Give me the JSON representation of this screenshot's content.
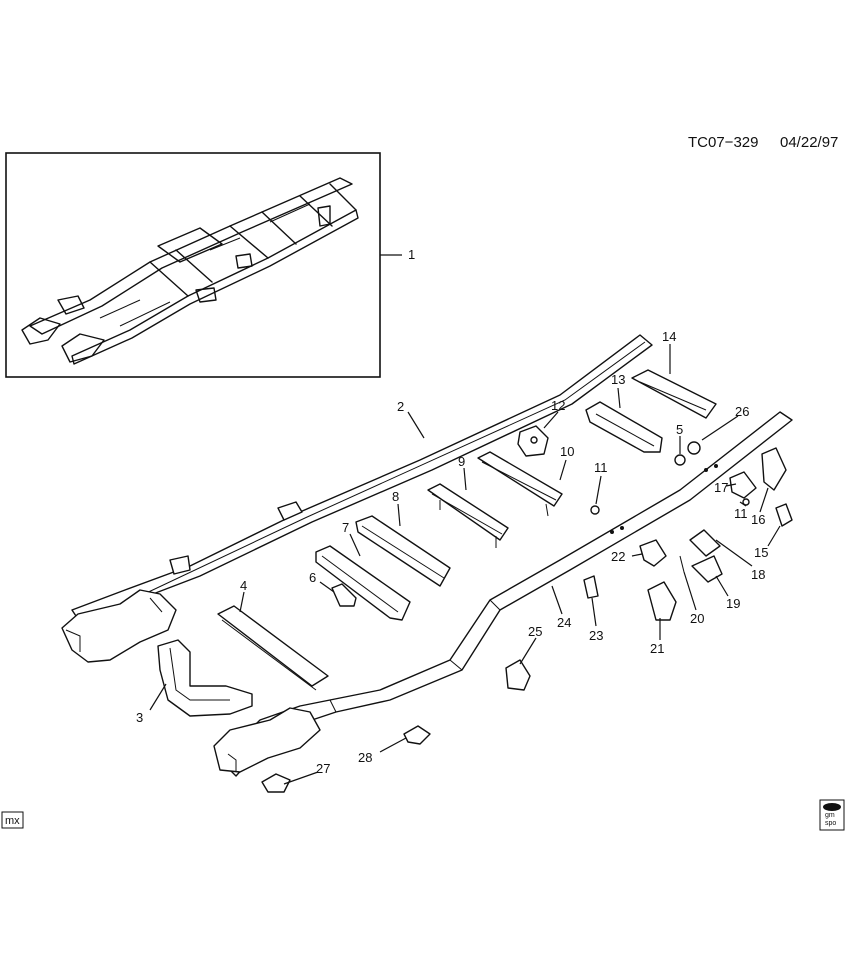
{
  "header": {
    "code": "TC07−329",
    "date": "04/22/97"
  },
  "inset": {
    "callout": "1"
  },
  "callouts": {
    "c2": "2",
    "c3": "3",
    "c4": "4",
    "c5": "5",
    "c6": "6",
    "c7": "7",
    "c8": "8",
    "c9": "9",
    "c10": "10",
    "c11a": "11",
    "c11b": "11",
    "c12": "12",
    "c13": "13",
    "c14": "14",
    "c15": "15",
    "c16": "16",
    "c17": "17",
    "c18": "18",
    "c19": "19",
    "c20": "20",
    "c21": "21",
    "c22": "22",
    "c23": "23",
    "c24": "24",
    "c25": "25",
    "c26": "26",
    "c27": "27",
    "c28": "28"
  },
  "footer": {
    "mx_label": "mx",
    "logo_top": "gm",
    "logo_bottom": "spo"
  }
}
